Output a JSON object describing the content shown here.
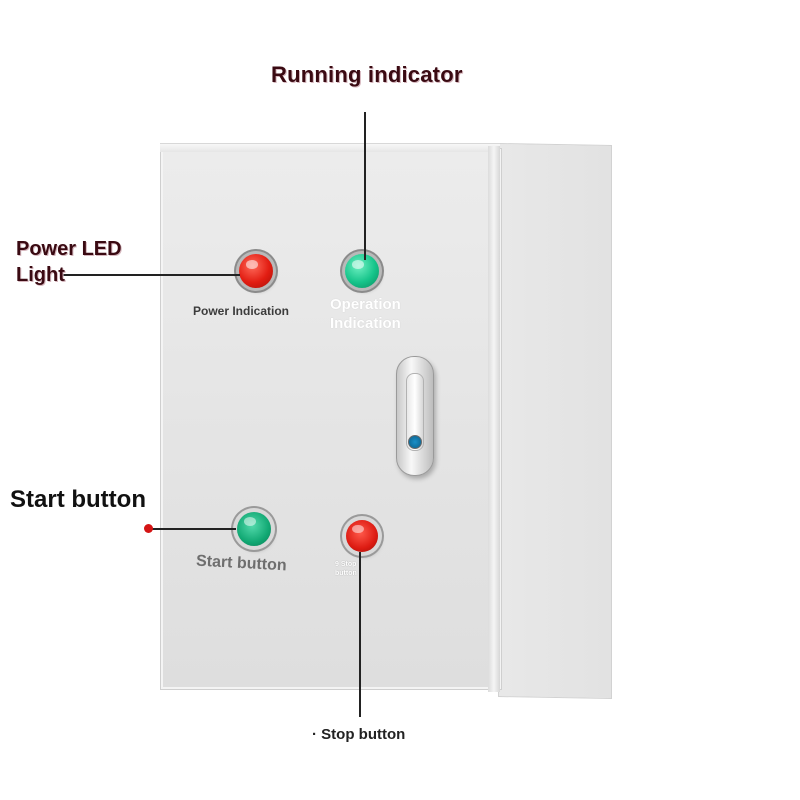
{
  "callouts": {
    "running_indicator": "Running indicator",
    "power_led_line1": "Power LED",
    "power_led_line2": "Light",
    "start_button": "Start button",
    "stop_button": "· Stop button"
  },
  "panel_labels": {
    "power_indication": "Power Indication",
    "operation_line1": "Operation",
    "operation_line2": "Indication",
    "start_button": "Start button",
    "stop_line1": "9 Stop",
    "stop_line2": "button"
  },
  "colors": {
    "indicator_red": "#e21d12",
    "indicator_green": "#16c48a",
    "cabinet_body": "#e6e6e6",
    "callout_dark_red": "#3a0a12",
    "callout_dot": "#d41414"
  },
  "icons": {
    "power_lamp": "red-indicator-lamp",
    "running_lamp": "green-indicator-lamp",
    "start": "green-push-button",
    "stop": "red-push-button",
    "lock": "door-handle-lock"
  }
}
